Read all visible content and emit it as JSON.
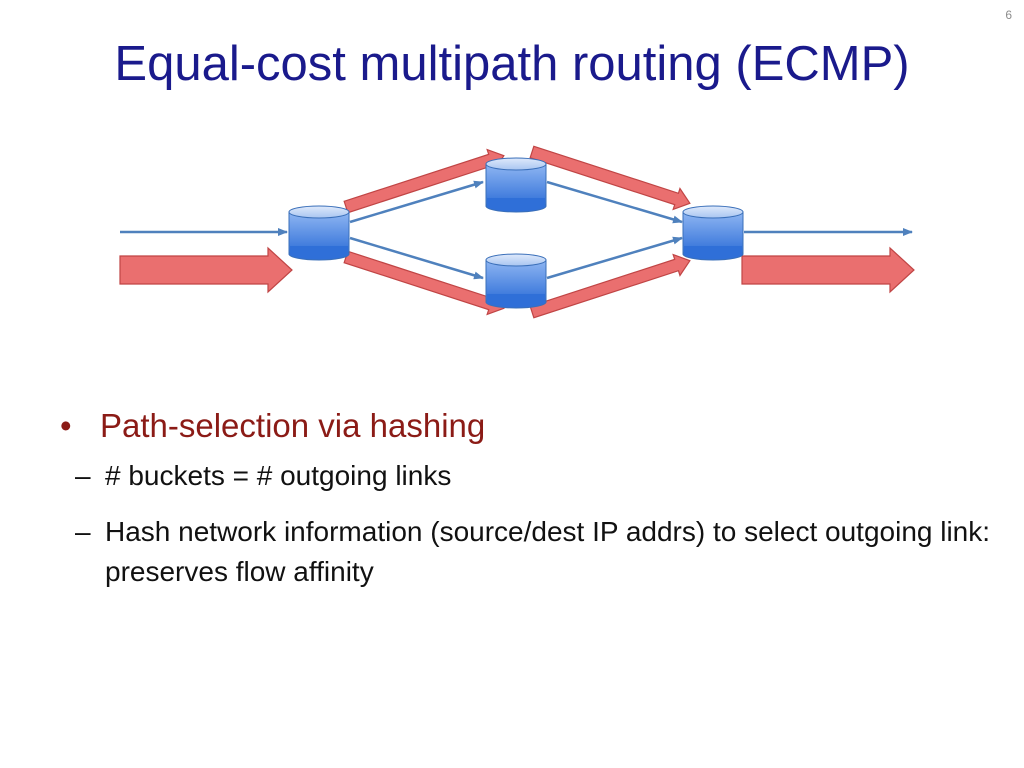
{
  "slide": {
    "number": "6",
    "title": "Equal-cost multipath routing (ECMP)"
  },
  "bullets": [
    {
      "text": "Path-selection via hashing",
      "sub": [
        {
          "text": "# buckets = # outgoing links"
        },
        {
          "text": "Hash network information (source/dest IP addrs) to select outgoing link:  preserves flow affinity"
        }
      ]
    }
  ],
  "colors": {
    "title": "#1a1a8c",
    "bullet_l1": "#8b1b16",
    "router_fill": "#3f7ee0",
    "flow_arrow": "#e86a6a",
    "link_line": "#4f81bd"
  }
}
